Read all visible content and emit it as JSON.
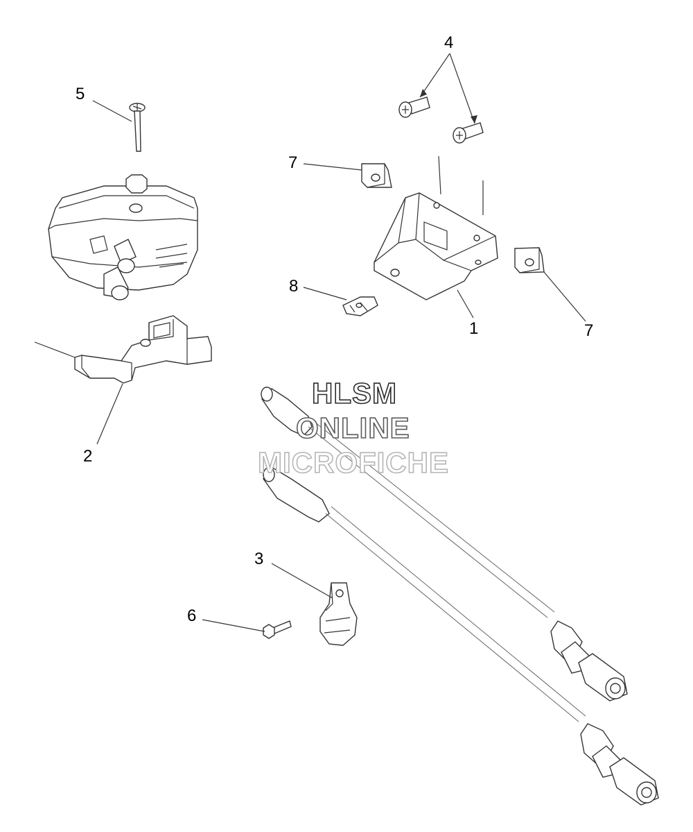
{
  "watermark": {
    "line1": "HLSM",
    "line2": "ONLINE",
    "line3": "MICROFICHE"
  },
  "callouts": {
    "c1": "1",
    "c2": "2",
    "c3": "3",
    "c4": "4",
    "c5": "5",
    "c6": "6",
    "c7a": "7",
    "c7b": "7",
    "c8": "8"
  },
  "colors": {
    "line": "#333333",
    "background": "#ffffff"
  }
}
